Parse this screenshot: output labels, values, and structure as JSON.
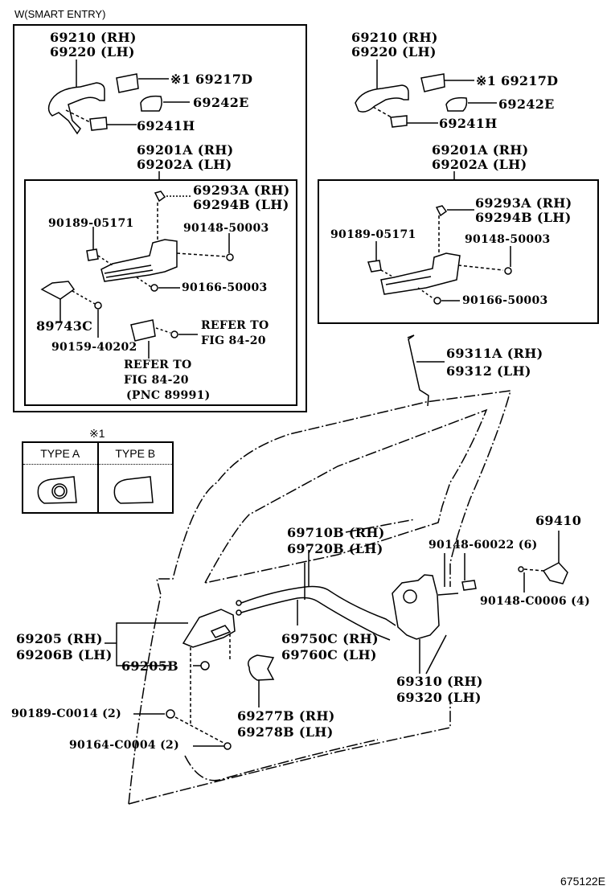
{
  "diagram": {
    "section_title": "W(SMART ENTRY)",
    "figure_code": "675122E",
    "smart_entry_group": {
      "handle": [
        "69210 (RH)",
        "69220 (LH)"
      ],
      "cap_ref": "※1 69217D",
      "pad": "69242E",
      "cover": "69241H",
      "frame": [
        "69201A (RH)",
        "69202A (LH)"
      ],
      "clip": [
        "69293A (RH)",
        "69294B (LH)"
      ],
      "retainer": "90189-05171",
      "screw_a": "90148-50003",
      "screw_b": "90166-50003",
      "sensor": "89743C",
      "screw_c": "90159-40202",
      "refer_screw": [
        "REFER TO",
        "FIG 84-20"
      ],
      "refer_sensor": [
        "REFER TO",
        "FIG 84-20",
        "(PNC 89991)"
      ]
    },
    "standard_group": {
      "handle": [
        "69210 (RH)",
        "69220 (LH)"
      ],
      "cap_ref": "※1 69217D",
      "pad": "69242E",
      "cover": "69241H",
      "frame": [
        "69201A (RH)",
        "69202A (LH)"
      ],
      "clip": [
        "69293A (RH)",
        "69294B (LH)"
      ],
      "retainer": "90189-05171",
      "screw_a": "90148-50003",
      "screw_b": "90166-50003"
    },
    "type_table": {
      "ref": "※1",
      "types": [
        "TYPE A",
        "TYPE B"
      ]
    },
    "door_parts": {
      "lock_rod": [
        "69311A (RH)",
        "69312 (LH)"
      ],
      "cable_upper": [
        "69710B (RH)",
        "69720B (LH)"
      ],
      "cable_lower": [
        "69750C (RH)",
        "69760C (LH)"
      ],
      "lock_screw": "90148-60022 (6)",
      "striker": "69410",
      "striker_screw": "90148-C0006 (4)",
      "inside_handle": [
        "69205 (RH)",
        "69206B (LH)"
      ],
      "inside_handle_sub": "69205B",
      "clip": "90189-C0014 (2)",
      "screw": "90164-C0004 (2)",
      "bezel": [
        "69277B (RH)",
        "69278B (LH)"
      ],
      "door_lock": [
        "69310 (RH)",
        "69320 (LH)"
      ]
    }
  }
}
